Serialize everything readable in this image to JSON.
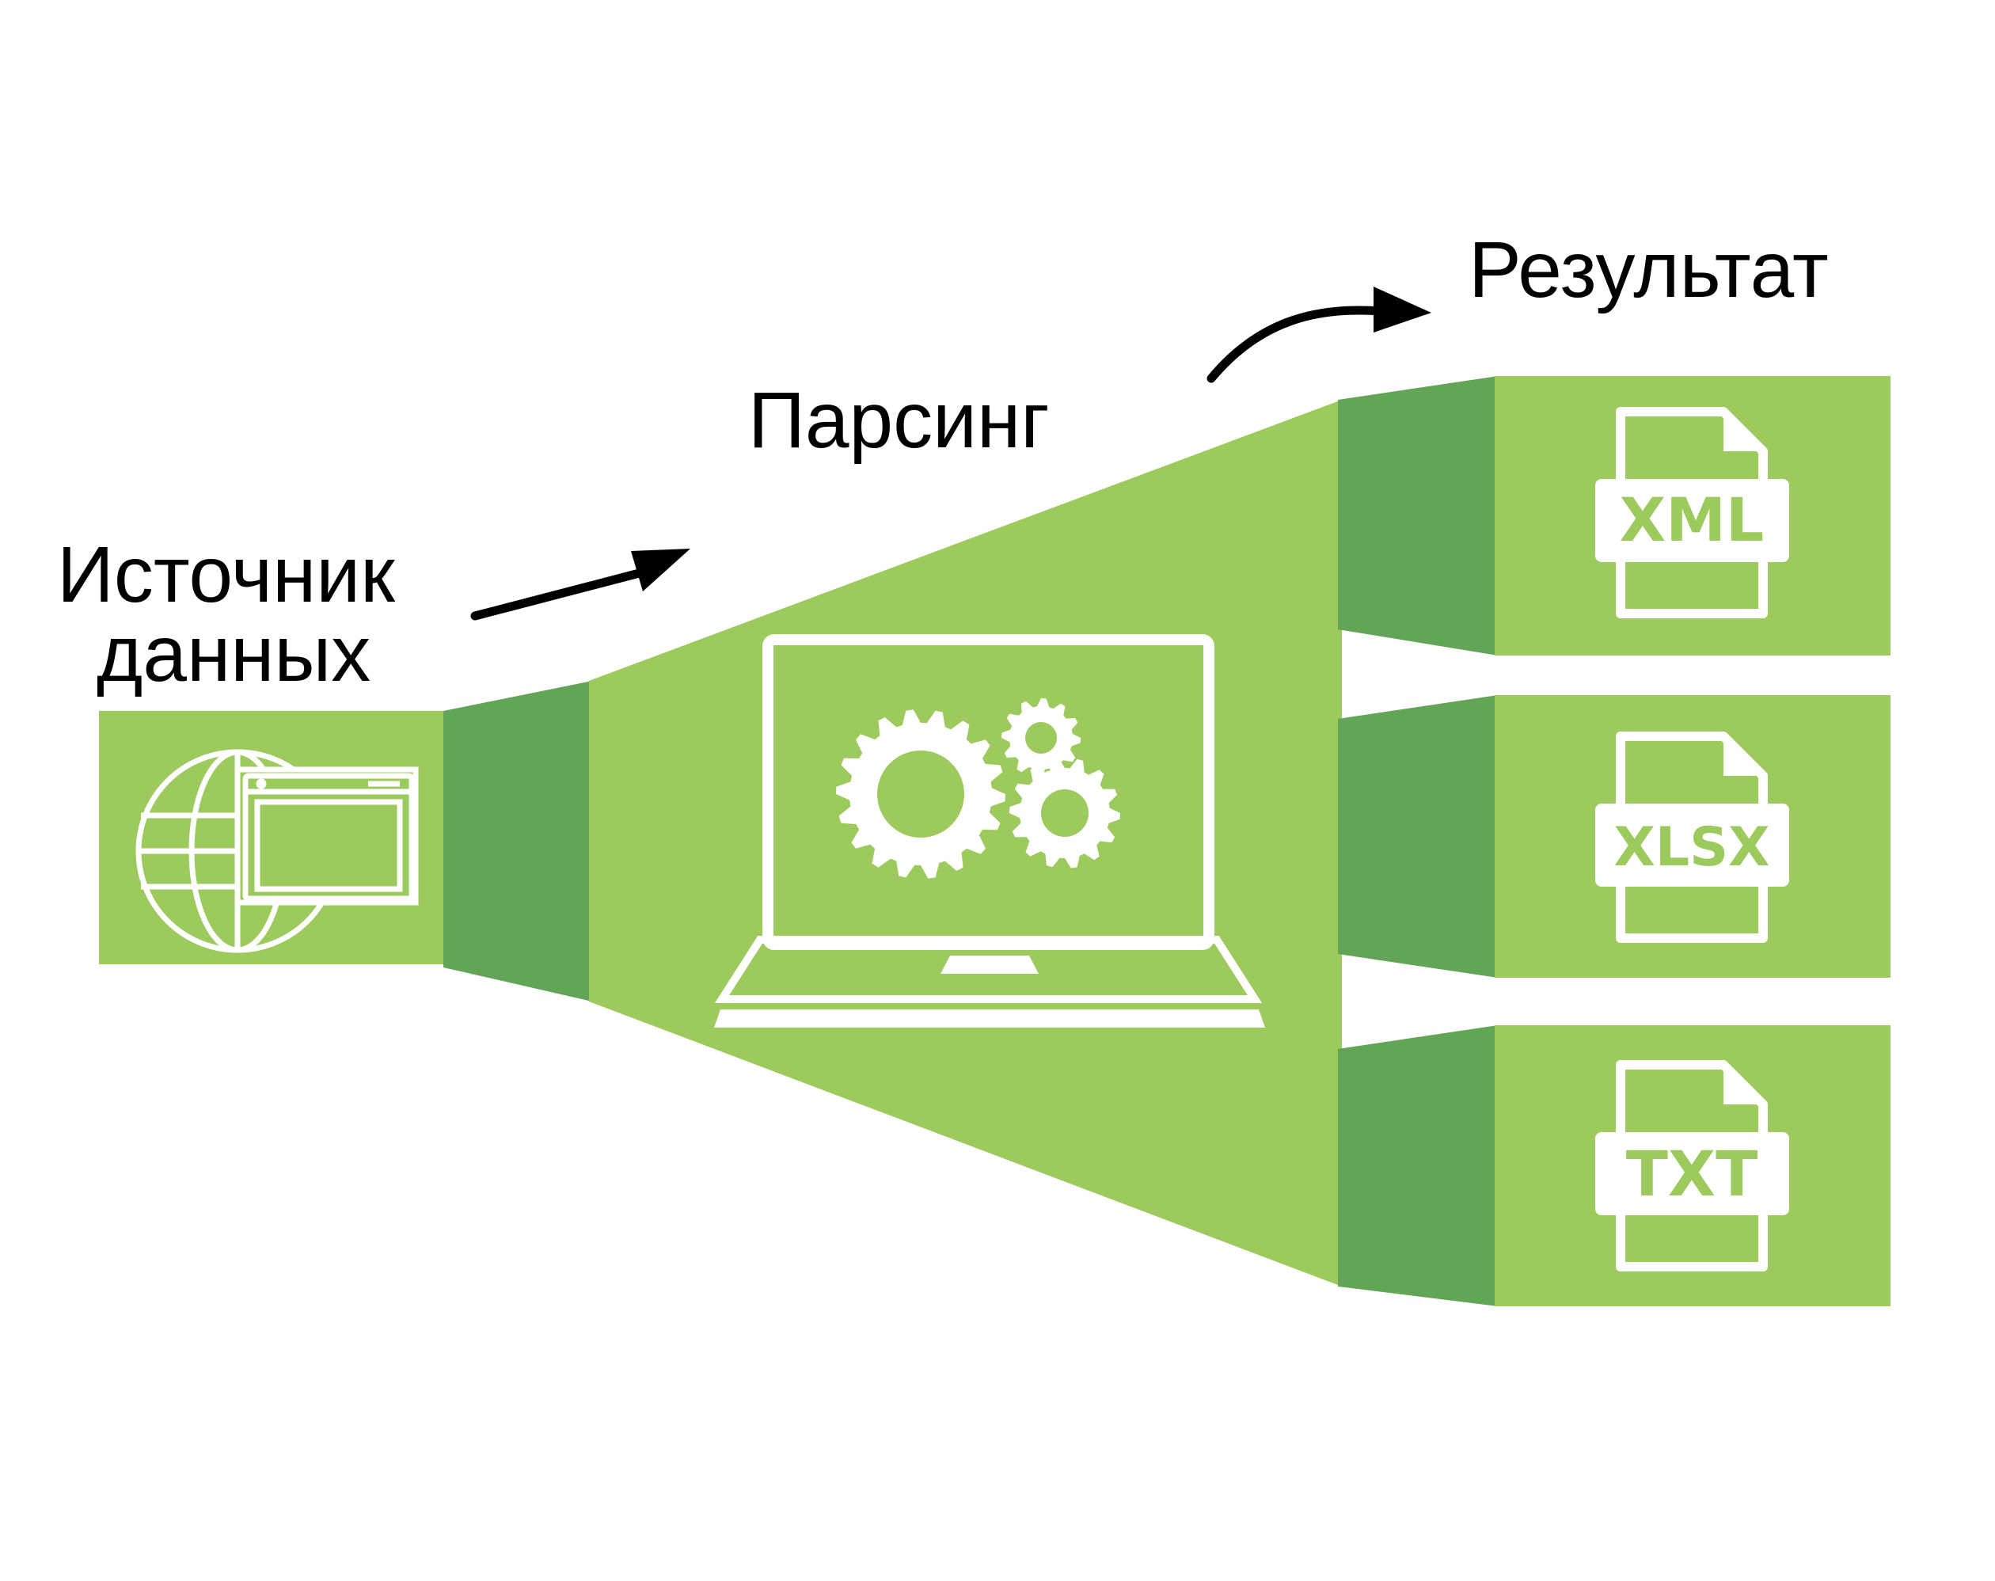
{
  "labels": {
    "source_line1": "Источник",
    "source_line2": "данных",
    "parsing": "Парсинг",
    "result": "Результат"
  },
  "outputs": [
    {
      "format": "XML"
    },
    {
      "format": "XLSX"
    },
    {
      "format": "TXT"
    }
  ],
  "colors": {
    "light_green": "#9cca5d",
    "dark_green": "#62a556",
    "icon_white": "#ffffff",
    "text": "#000000"
  },
  "icons": {
    "source": "globe-browser-icon",
    "parser": "laptop-gears-icon",
    "output": "document-icon"
  }
}
